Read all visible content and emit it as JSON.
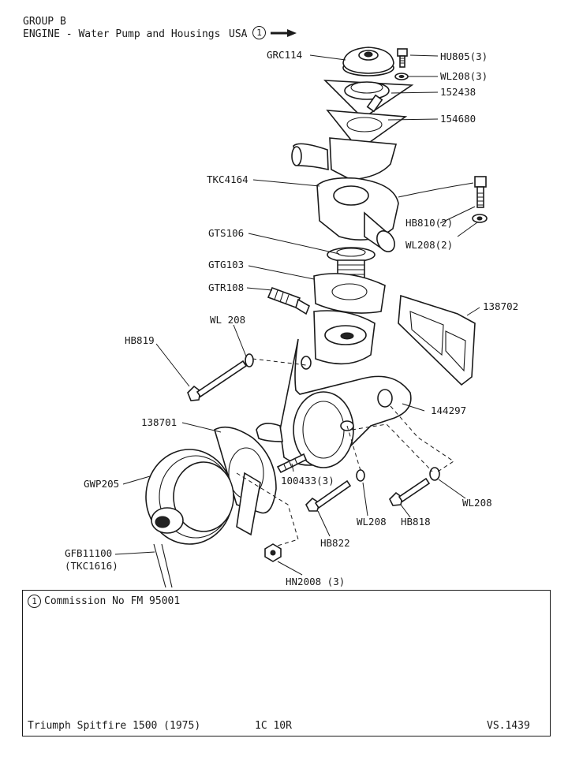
{
  "header": {
    "group": "GROUP B",
    "title": "ENGINE - Water Pump and Housings",
    "usa_label": "USA",
    "usa_marker": "1"
  },
  "parts": {
    "GRC114": "GRC114",
    "HU805": "HU805(3)",
    "WL208_3": "WL208(3)",
    "p152438": "152438",
    "p154680": "154680",
    "TKC4164": "TKC4164",
    "HB810": "HB810(2)",
    "WL208_2": "WL208(2)",
    "GTS106": "GTS106",
    "GTG103": "GTG103",
    "GTR108": "GTR108",
    "p138702": "138702",
    "WL208_left": "WL 208",
    "HB819": "HB819",
    "p144297": "144297",
    "p138701": "138701",
    "GWP205": "GWP205",
    "p100433": "100433(3)",
    "WL208_right": "WL208",
    "WL208_mid": "WL208",
    "HB818": "HB818",
    "HB822": "HB822",
    "GFB11100": "GFB11100",
    "TKC1616": "(TKC1616)",
    "HN2008": "HN2008 (3)"
  },
  "notes": {
    "marker": "1",
    "text": "Commission No FM 95001"
  },
  "footer": {
    "model": "Triumph Spitfire 1500 (1975)",
    "page_code": "1C 10R",
    "ref": "VS.1439"
  }
}
